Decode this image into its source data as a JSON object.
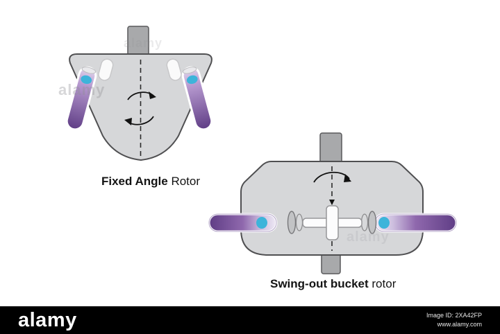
{
  "diagrams": {
    "fixed_angle": {
      "label_bold": "Fixed Angle",
      "label_regular": " Rotor"
    },
    "swing_out": {
      "label_bold": "Swing-out bucket",
      "label_regular": " rotor"
    }
  },
  "watermark": {
    "text": "alamy"
  },
  "footer": {
    "brand": "alamy",
    "image_id": "Image ID: 2XA42FP",
    "url": "www.alamy.com",
    "background": "#000000"
  },
  "colors": {
    "rotor_body": "#d6d7d9",
    "rotor_outline": "#4f4f51",
    "shaft_gray": "#a8a9ab",
    "tube_purple_dark": "#5f3d85",
    "tube_purple_light": "#e3d9ee",
    "tube_cap_blue": "#3db4da"
  }
}
